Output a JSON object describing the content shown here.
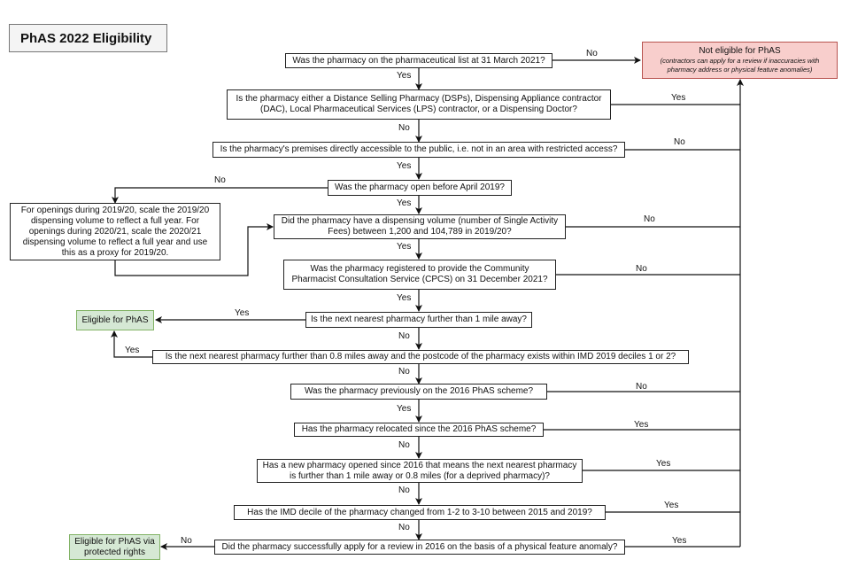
{
  "title": "PhAS 2022 Eligibility",
  "colors": {
    "not_eligible_fill": "#f8cecc",
    "not_eligible_border": "#b85450",
    "eligible_fill": "#d5e8d4",
    "eligible_border": "#82b366",
    "title_fill": "#f4f4f4"
  },
  "outcomes": {
    "not_eligible": {
      "title": "Not eligible for PhAS",
      "note": "(contractors can apply for a review if inaccuracies with pharmacy address or physical feature anomalies)"
    },
    "eligible": "Eligible for PhAS",
    "eligible_protected": "Eligible for PhAS via protected rights"
  },
  "side_note": "For openings during 2019/20, scale the 2019/20 dispensing volume to reflect a full year. For openings during 2020/21, scale the 2020/21 dispensing volume to reflect a full year and use this as a proxy for 2019/20.",
  "questions": [
    {
      "text": "Was the pharmacy on the pharmaceutical list at 31 March 2021?",
      "down": "Yes",
      "side": "No"
    },
    {
      "text": "Is the pharmacy either a Distance Selling Pharmacy (DSPs), Dispensing Appliance contractor (DAC), Local Pharmaceutical Services (LPS) contractor, or a Dispensing Doctor?",
      "down": "No",
      "side": "Yes"
    },
    {
      "text": "Is the pharmacy's premises directly accessible to the public, i.e. not in an area with restricted access?",
      "down": "Yes",
      "side": "No"
    },
    {
      "text": "Was the pharmacy open before April 2019?",
      "down": "Yes",
      "side": "No"
    },
    {
      "text": "Did the pharmacy have a dispensing volume (number of Single Activity Fees) between 1,200 and 104,789 in 2019/20?",
      "down": "Yes",
      "side": "No"
    },
    {
      "text": "Was the pharmacy registered to provide the Community Pharmacist Consultation Service (CPCS) on 31 December 2021?",
      "down": "Yes",
      "side": "No"
    },
    {
      "text": "Is the next nearest pharmacy further than 1 mile away?",
      "down": "No",
      "side": "Yes"
    },
    {
      "text": "Is the next nearest pharmacy further than 0.8 miles away and the postcode of the pharmacy exists within IMD 2019 deciles 1 or 2?",
      "down": "No",
      "side": "Yes"
    },
    {
      "text": "Was the pharmacy previously on the 2016 PhAS scheme?",
      "down": "Yes",
      "side": "No"
    },
    {
      "text": "Has the pharmacy relocated since the 2016 PhAS scheme?",
      "down": "No",
      "side": "Yes"
    },
    {
      "text": "Has a new pharmacy opened since 2016 that means the next nearest pharmacy is further than 1 mile away or 0.8 miles (for a deprived pharmacy)?",
      "down": "No",
      "side": "Yes"
    },
    {
      "text": "Has the IMD decile of the pharmacy changed from 1-2 to 3-10 between 2015 and 2019?",
      "down": "No",
      "side": "Yes"
    },
    {
      "text": "Did the pharmacy successfully apply for a review in 2016 on the basis of a physical feature anomaly?",
      "side_left": "No",
      "side": "Yes"
    }
  ]
}
